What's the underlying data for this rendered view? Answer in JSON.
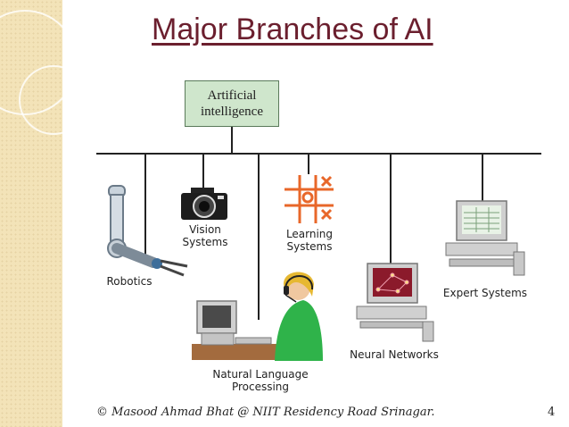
{
  "slide": {
    "title": "Major Branches of AI",
    "footer": "© Masood Ahmad Bhat @ NIIT Residency Road Srinagar.",
    "page_number": "4"
  },
  "diagram": {
    "root": {
      "line1": "Artificial",
      "line2": "intelligence"
    },
    "branches": {
      "robotics": "Robotics",
      "vision_1": "Vision",
      "vision_2": "Systems",
      "learning_1": "Learning",
      "learning_2": "Systems",
      "nlp_1": "Natural Language",
      "nlp_2": "Processing",
      "neural": "Neural Networks",
      "expert": "Expert Systems"
    }
  },
  "colors": {
    "title": "#6b1f2e",
    "root_box": "#cfe6cc",
    "side_band": "#f3e3b8",
    "learning_icon": "#e8672a"
  }
}
